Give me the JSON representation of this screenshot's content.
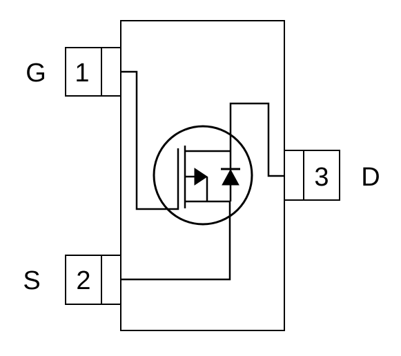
{
  "pins": [
    {
      "id": "gate",
      "label": "G",
      "number": "1"
    },
    {
      "id": "source",
      "label": "S",
      "number": "2"
    },
    {
      "id": "drain",
      "label": "D",
      "number": "3"
    }
  ],
  "colors": {
    "stroke": "#000000",
    "background": "#ffffff"
  },
  "icons": {
    "transistor": "mosfet-symbol-icon",
    "diode": "body-diode-icon"
  }
}
